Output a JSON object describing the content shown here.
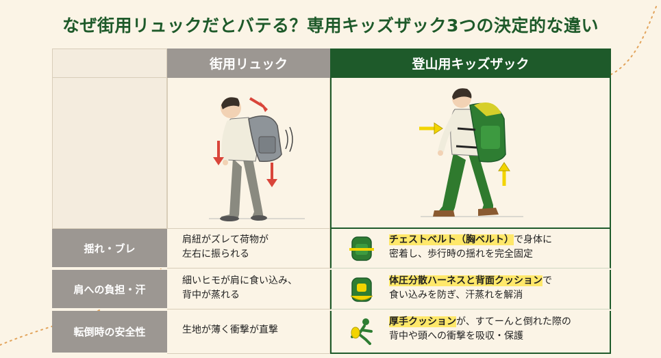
{
  "title": "なぜ街用リュックだとバテる？専用キッズザック3つの決定的な違い",
  "columns": {
    "street": "街用リュック",
    "kids": "登山用キッズザック"
  },
  "rows": [
    {
      "label": "揺れ・ブレ",
      "street": [
        "肩紐がズレて荷物が",
        "左右に振られる"
      ],
      "kids_highlight": "チェストベルト（胸ベルト）",
      "kids_rest1": "で身体に",
      "kids_line2": "密着し、歩行時の揺れを完全固定",
      "icon": "backpack-chest-belt-icon"
    },
    {
      "label": "肩への負担・汗",
      "street": [
        "細いヒモが肩に食い込み、",
        "背中が蒸れる"
      ],
      "kids_highlight": "体圧分散ハーネスと背面クッション",
      "kids_rest1": "で",
      "kids_line2": "食い込みを防ぎ、汗蒸れを解消",
      "icon": "backpack-harness-icon"
    },
    {
      "label": "転倒時の安全性",
      "street": [
        "生地が薄く衝撃が直撃"
      ],
      "kids_highlight": "厚手クッション",
      "kids_rest1": "が、すてーんと倒れた際の",
      "kids_line2": "背中や頭への衝撃を吸収・保護",
      "icon": "falling-person-icon"
    }
  ],
  "colors": {
    "green": "#1e5a2a",
    "gray": "#9c9792",
    "highlight": "#ffe86a",
    "arrow_red": "#d9453a",
    "arrow_yellow": "#f2d400",
    "background": "#fbf4e6"
  }
}
